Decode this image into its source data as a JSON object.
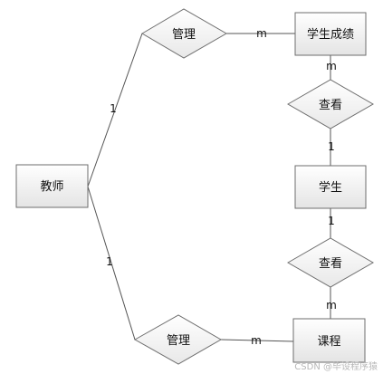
{
  "entities": {
    "teacher": "教师",
    "score": "学生成绩",
    "student": "学生",
    "course": "课程"
  },
  "relations": {
    "manage_score": "管理",
    "view_score": "查看",
    "view_course": "查看",
    "manage_course": "管理"
  },
  "cardinalities": {
    "teacher_manage_score": "1",
    "manage_score_score": "m",
    "score_view": "m",
    "view_student_upper": "1",
    "student_view_lower": "1",
    "view_course": "m",
    "teacher_manage_course": "1",
    "manage_course_course": "m"
  },
  "watermark": "CSDN @毕设程序猿"
}
